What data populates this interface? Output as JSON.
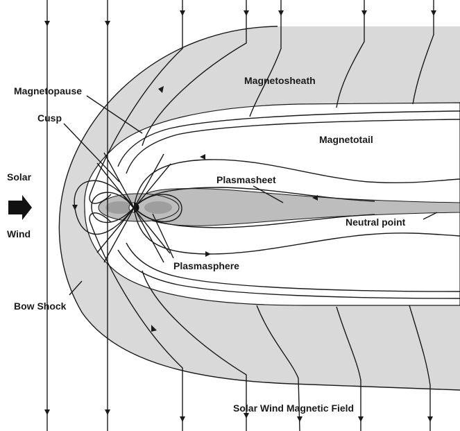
{
  "labels": {
    "magnetosheath": "Magnetosheath",
    "magnetopause": "Magnetopause",
    "cusp": "Cusp",
    "magnetotail": "Magnetotail",
    "solar": "Solar",
    "wind": "Wind",
    "plasmasheet": "Plasmasheet",
    "neutral_point": "Neutral point",
    "plasmasphere": "Plasmasphere",
    "bow_shock": "Bow Shock",
    "solar_wind_field": "Solar Wind Magnetic Field"
  },
  "colors": {
    "sheath_fill": "#d9d9d9",
    "plasma_fill": "#bdbdbd",
    "earth_core": "#111111",
    "line": "#1a1a1a"
  }
}
